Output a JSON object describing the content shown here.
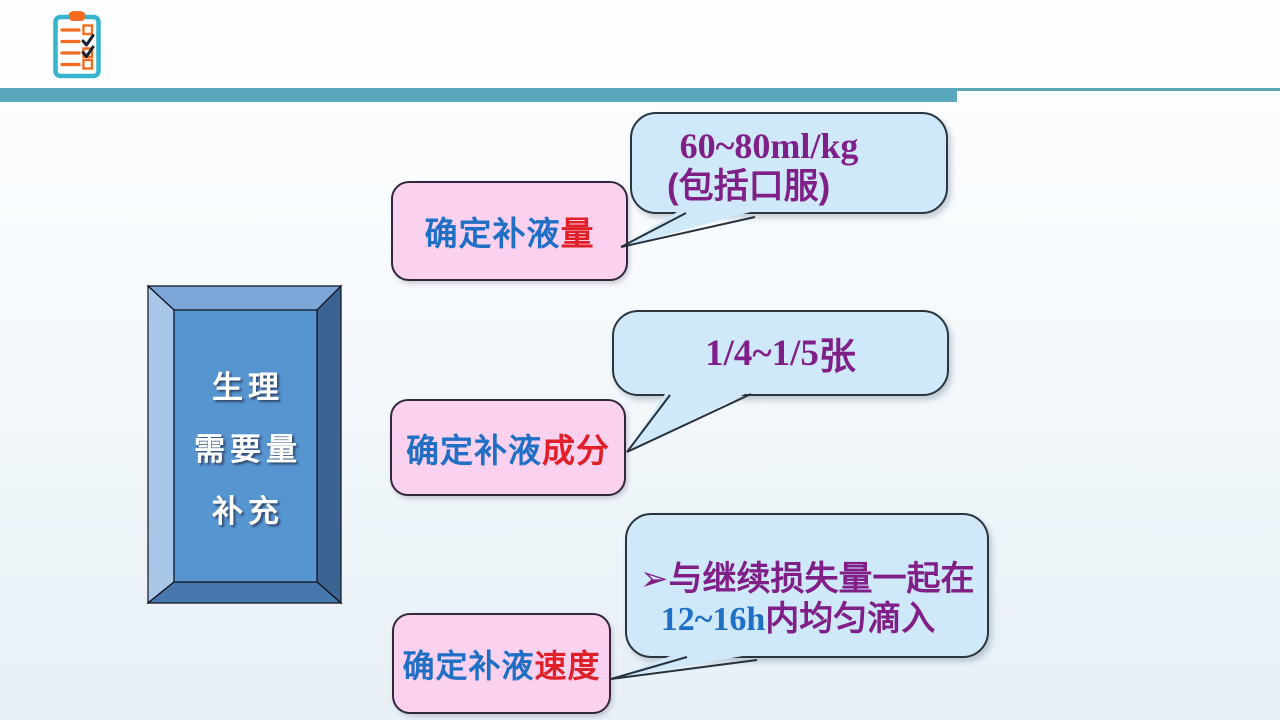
{
  "colors": {
    "accent_blue": "#1F6FC5",
    "accent_red": "#E02028",
    "accent_purple": "#801F88",
    "pink_fill": "#FAD2F0",
    "bubble_fill": "#CFE9FA",
    "bar_teal": "#58A7BB",
    "panel_blue": "#5795D1"
  },
  "header": {
    "icon": "clipboard-checklist-icon"
  },
  "panel": {
    "lines": [
      "生理",
      "需要量",
      "补充"
    ]
  },
  "steps": [
    {
      "box_main": "确定补液",
      "box_accent": "量",
      "bubble": {
        "line1": "60~80ml/kg",
        "line2": "(包括口服)"
      }
    },
    {
      "box_main": "确定补液",
      "box_accent": "成分",
      "bubble": {
        "value": "1/4~1/5",
        "unit": "张"
      }
    },
    {
      "box_main": "确定补液",
      "box_accent": "速度",
      "bubble": {
        "bullet": "➢",
        "text1": "与继续损失量一起在",
        "time": "12~16h",
        "text2": "内均匀滴入"
      }
    }
  ]
}
